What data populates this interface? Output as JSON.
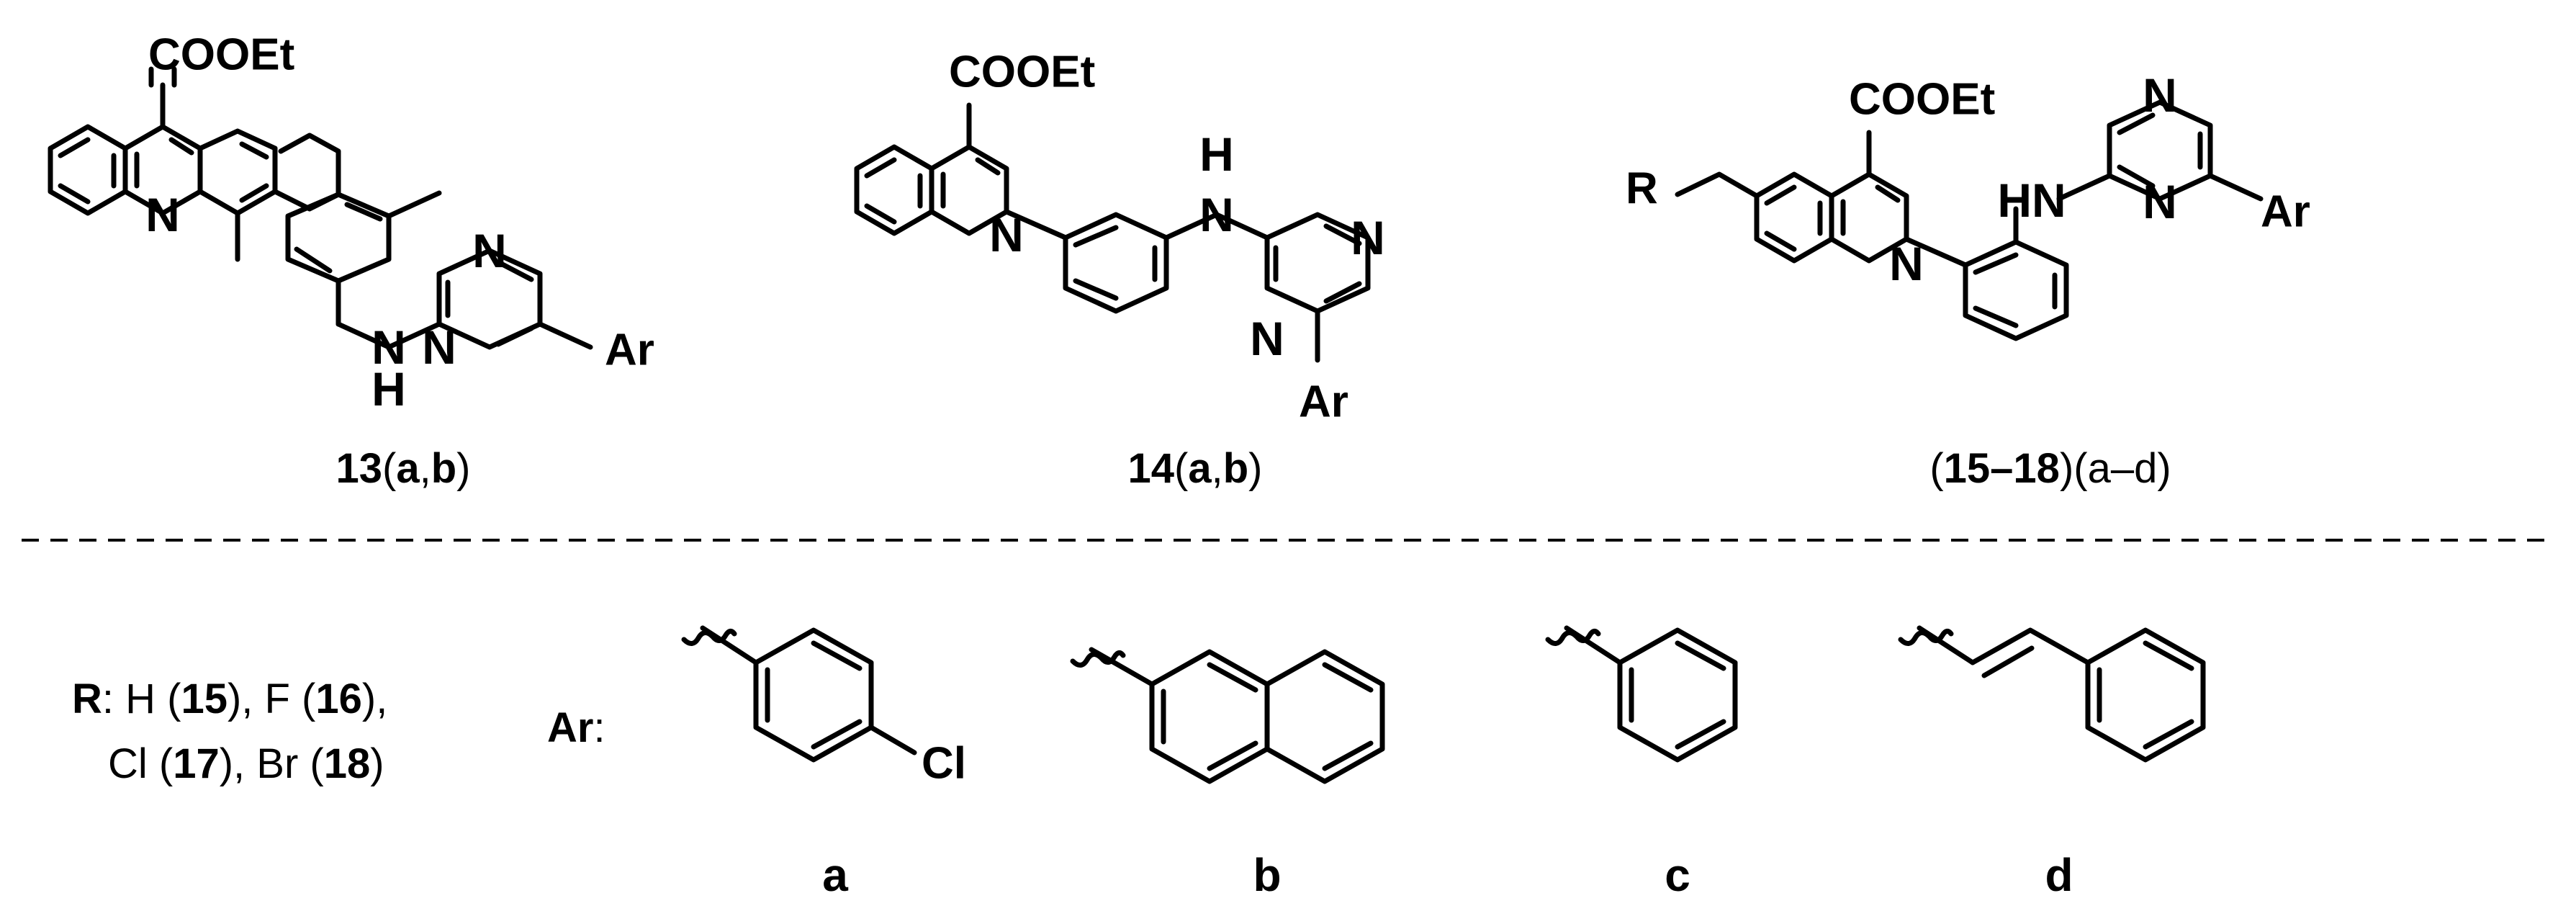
{
  "structures": {
    "s13": {
      "ester": "COOEt",
      "n_quinoline": "N",
      "n_pyr1": "N",
      "n_pyr2": "N",
      "nh_n": "N",
      "nh_h": "H",
      "ar": "Ar",
      "caption": {
        "num": "13",
        "open": "(",
        "a": "a",
        "comma": ",",
        "b": "b",
        "close": ")"
      }
    },
    "s14": {
      "ester": "COOEt",
      "n_quinoline": "N",
      "nh_h": "H",
      "nh_n": "N",
      "n_pyr1": "N",
      "n_pyr2": "N",
      "ar": "Ar",
      "caption": {
        "num": "14",
        "open": "(",
        "a": "a",
        "comma": ",",
        "b": "b",
        "close": ")"
      }
    },
    "s15": {
      "ester": "COOEt",
      "r": "R",
      "n_quinoline": "N",
      "hn": "HN",
      "n_pyr1": "N",
      "n_pyr2": "N",
      "ar": "Ar",
      "caption": {
        "open": "(",
        "range": "15–18",
        "close": ")",
        "letters": "(a–d)"
      }
    }
  },
  "legend": {
    "r": {
      "key": "R",
      "line1_a": ": H (",
      "n15": "15",
      "line1_b": "), F (",
      "n16": "16",
      "line1_c": "),",
      "line2_a": "Cl (",
      "n17": "17",
      "line2_b": "), Br (",
      "n18": "18",
      "line2_c": ")"
    },
    "ar": {
      "key": "Ar",
      "colon": ":"
    },
    "substituents": [
      {
        "letter": "a",
        "atom": "Cl"
      },
      {
        "letter": "b"
      },
      {
        "letter": "c"
      },
      {
        "letter": "d"
      }
    ]
  }
}
